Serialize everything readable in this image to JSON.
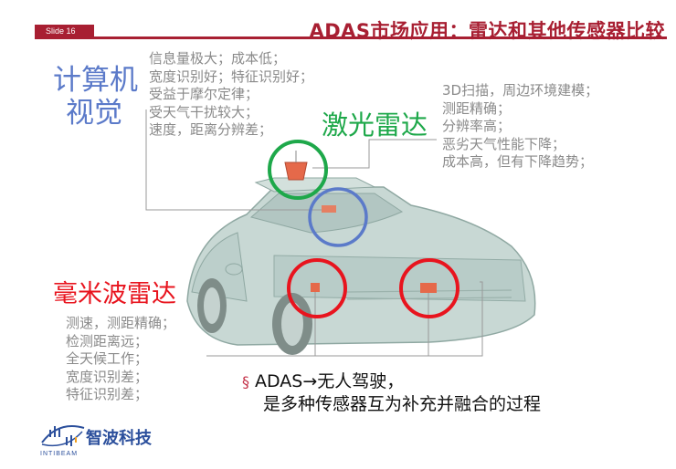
{
  "header": {
    "slide_tab": "Slide 16",
    "title": "ADAS市场应用：雷达和其他传感器比较",
    "accent_color": "#a81f32"
  },
  "sensors": {
    "computer_vision": {
      "label_line1": "计算机",
      "label_line2": "视觉",
      "color": "#5b7ac9",
      "points": [
        "信息量极大；成本低；",
        "宽度识别好；特征识别好；",
        "受益于摩尔定律；",
        "受天气干扰较大；",
        "速度，距离分辨差；"
      ]
    },
    "lidar": {
      "label": "激光雷达",
      "color": "#1ea84a",
      "points": [
        "3D扫描，周边环境建模；",
        "测距精确；",
        "分辨率高；",
        "恶劣天气性能下降；",
        "成本高，但有下降趋势；"
      ]
    },
    "mmwave_radar": {
      "label": "毫米波雷达",
      "color": "#e8141e",
      "points": [
        "测速，测距精确；",
        "检测距离远；",
        "全天候工作；",
        "宽度识别差；",
        "特征识别差；"
      ]
    }
  },
  "conclusion": {
    "bullet_mark": "§",
    "line1": "ADAS→无人驾驶，",
    "line2": "是多种传感器互为补充并融合的过程"
  },
  "logo": {
    "name": "智波科技",
    "subtitle": "INTIBEAM"
  }
}
